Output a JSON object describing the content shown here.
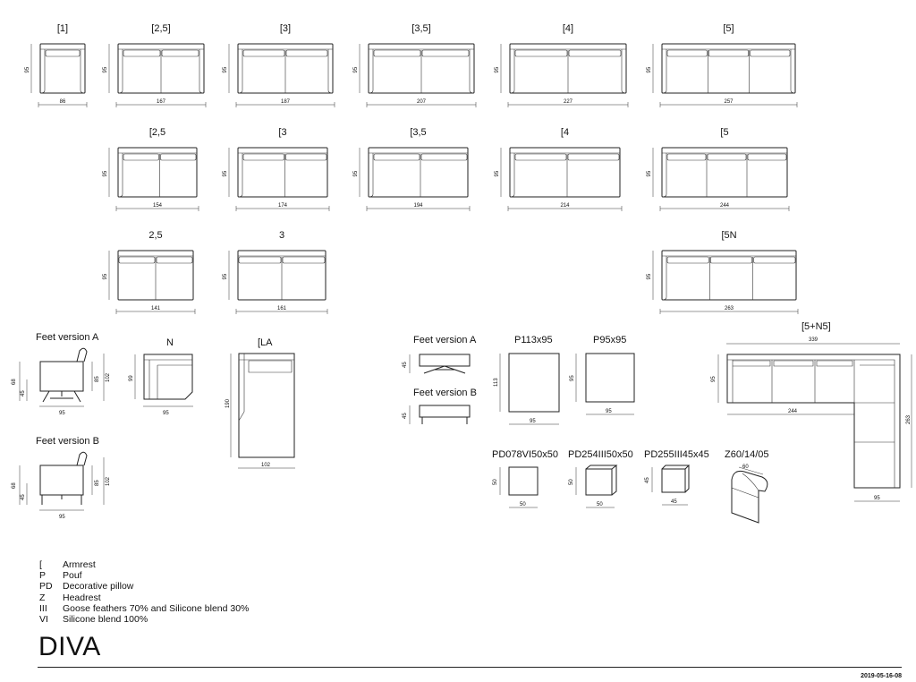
{
  "sheet": {
    "brand": "DIVA",
    "date": "2019-05-16-08"
  },
  "sofas": [
    {
      "label": "[1]",
      "width_dim": "86",
      "depth_dim": "95",
      "seats": 1,
      "arm_left": true,
      "arm_right": true
    },
    {
      "label": "[2,5]",
      "width_dim": "167",
      "depth_dim": "95",
      "seats": 2,
      "arm_left": true,
      "arm_right": true
    },
    {
      "label": "[3]",
      "width_dim": "187",
      "depth_dim": "95",
      "seats": 2,
      "arm_left": true,
      "arm_right": true
    },
    {
      "label": "[3,5]",
      "width_dim": "207",
      "depth_dim": "95",
      "seats": 2,
      "arm_left": true,
      "arm_right": true
    },
    {
      "label": "[4]",
      "width_dim": "227",
      "depth_dim": "95",
      "seats": 2,
      "arm_left": true,
      "arm_right": true
    },
    {
      "label": "[5]",
      "width_dim": "257",
      "depth_dim": "95",
      "seats": 3,
      "arm_left": true,
      "arm_right": true
    },
    {
      "label": "[2,5",
      "width_dim": "154",
      "depth_dim": "95",
      "seats": 2,
      "arm_left": true,
      "arm_right": false
    },
    {
      "label": "[3",
      "width_dim": "174",
      "depth_dim": "95",
      "seats": 2,
      "arm_left": true,
      "arm_right": false
    },
    {
      "label": "[3,5",
      "width_dim": "194",
      "depth_dim": "95",
      "seats": 2,
      "arm_left": true,
      "arm_right": false
    },
    {
      "label": "[4",
      "width_dim": "214",
      "depth_dim": "95",
      "seats": 2,
      "arm_left": true,
      "arm_right": false
    },
    {
      "label": "[5",
      "width_dim": "244",
      "depth_dim": "95",
      "seats": 3,
      "arm_left": true,
      "arm_right": false
    },
    {
      "label": "2,5",
      "width_dim": "141",
      "depth_dim": "95",
      "seats": 2,
      "arm_left": false,
      "arm_right": false
    },
    {
      "label": "3",
      "width_dim": "161",
      "depth_dim": "95",
      "seats": 2,
      "arm_left": false,
      "arm_right": false
    },
    {
      "label": "[5N",
      "width_dim": "263",
      "depth_dim": "95",
      "seats": 3,
      "arm_left": true,
      "arm_right": false
    }
  ],
  "feet_a": {
    "label": "Feet version A",
    "w": "95",
    "h1": "68",
    "h2": "45",
    "h3": "85",
    "h4": "102"
  },
  "feet_b": {
    "label": "Feet version B",
    "w": "95",
    "h1": "68",
    "h2": "45",
    "h3": "85",
    "h4": "102"
  },
  "corner_n": {
    "label": "N",
    "w": "95",
    "d": "99"
  },
  "chaise": {
    "label": "[LA",
    "w": "102",
    "d": "190"
  },
  "pouf_feet_a": {
    "label": "Feet version A",
    "h": "45"
  },
  "pouf_feet_b": {
    "label": "Feet version B",
    "h": "45"
  },
  "pouf_large": {
    "label": "P113x95",
    "w": "95",
    "d": "113"
  },
  "pouf_square": {
    "label": "P95x95",
    "w": "95",
    "d": "95"
  },
  "corner_sofa": {
    "label": "[5+N5]",
    "total": "339",
    "inner": "244",
    "depth": "95",
    "side": "263",
    "arm": "95"
  },
  "pillows": [
    {
      "label": "PD078VI50x50",
      "w": "50",
      "h": "50"
    },
    {
      "label": "PD254III50x50",
      "w": "50",
      "h": "50"
    },
    {
      "label": "PD255III45x45",
      "w": "45",
      "h": "45"
    }
  ],
  "headrest": {
    "label": "Z60/14/05",
    "w": "60"
  },
  "legend": [
    {
      "code": "[",
      "text": "Armrest"
    },
    {
      "code": "P",
      "text": "Pouf"
    },
    {
      "code": "PD",
      "text": "Decorative pillow"
    },
    {
      "code": "Z",
      "text": "Headrest"
    },
    {
      "code": "III",
      "text": "Goose feathers 70% and Silicone blend 30%"
    },
    {
      "code": "VI",
      "text": "Silicone blend 100%"
    }
  ]
}
